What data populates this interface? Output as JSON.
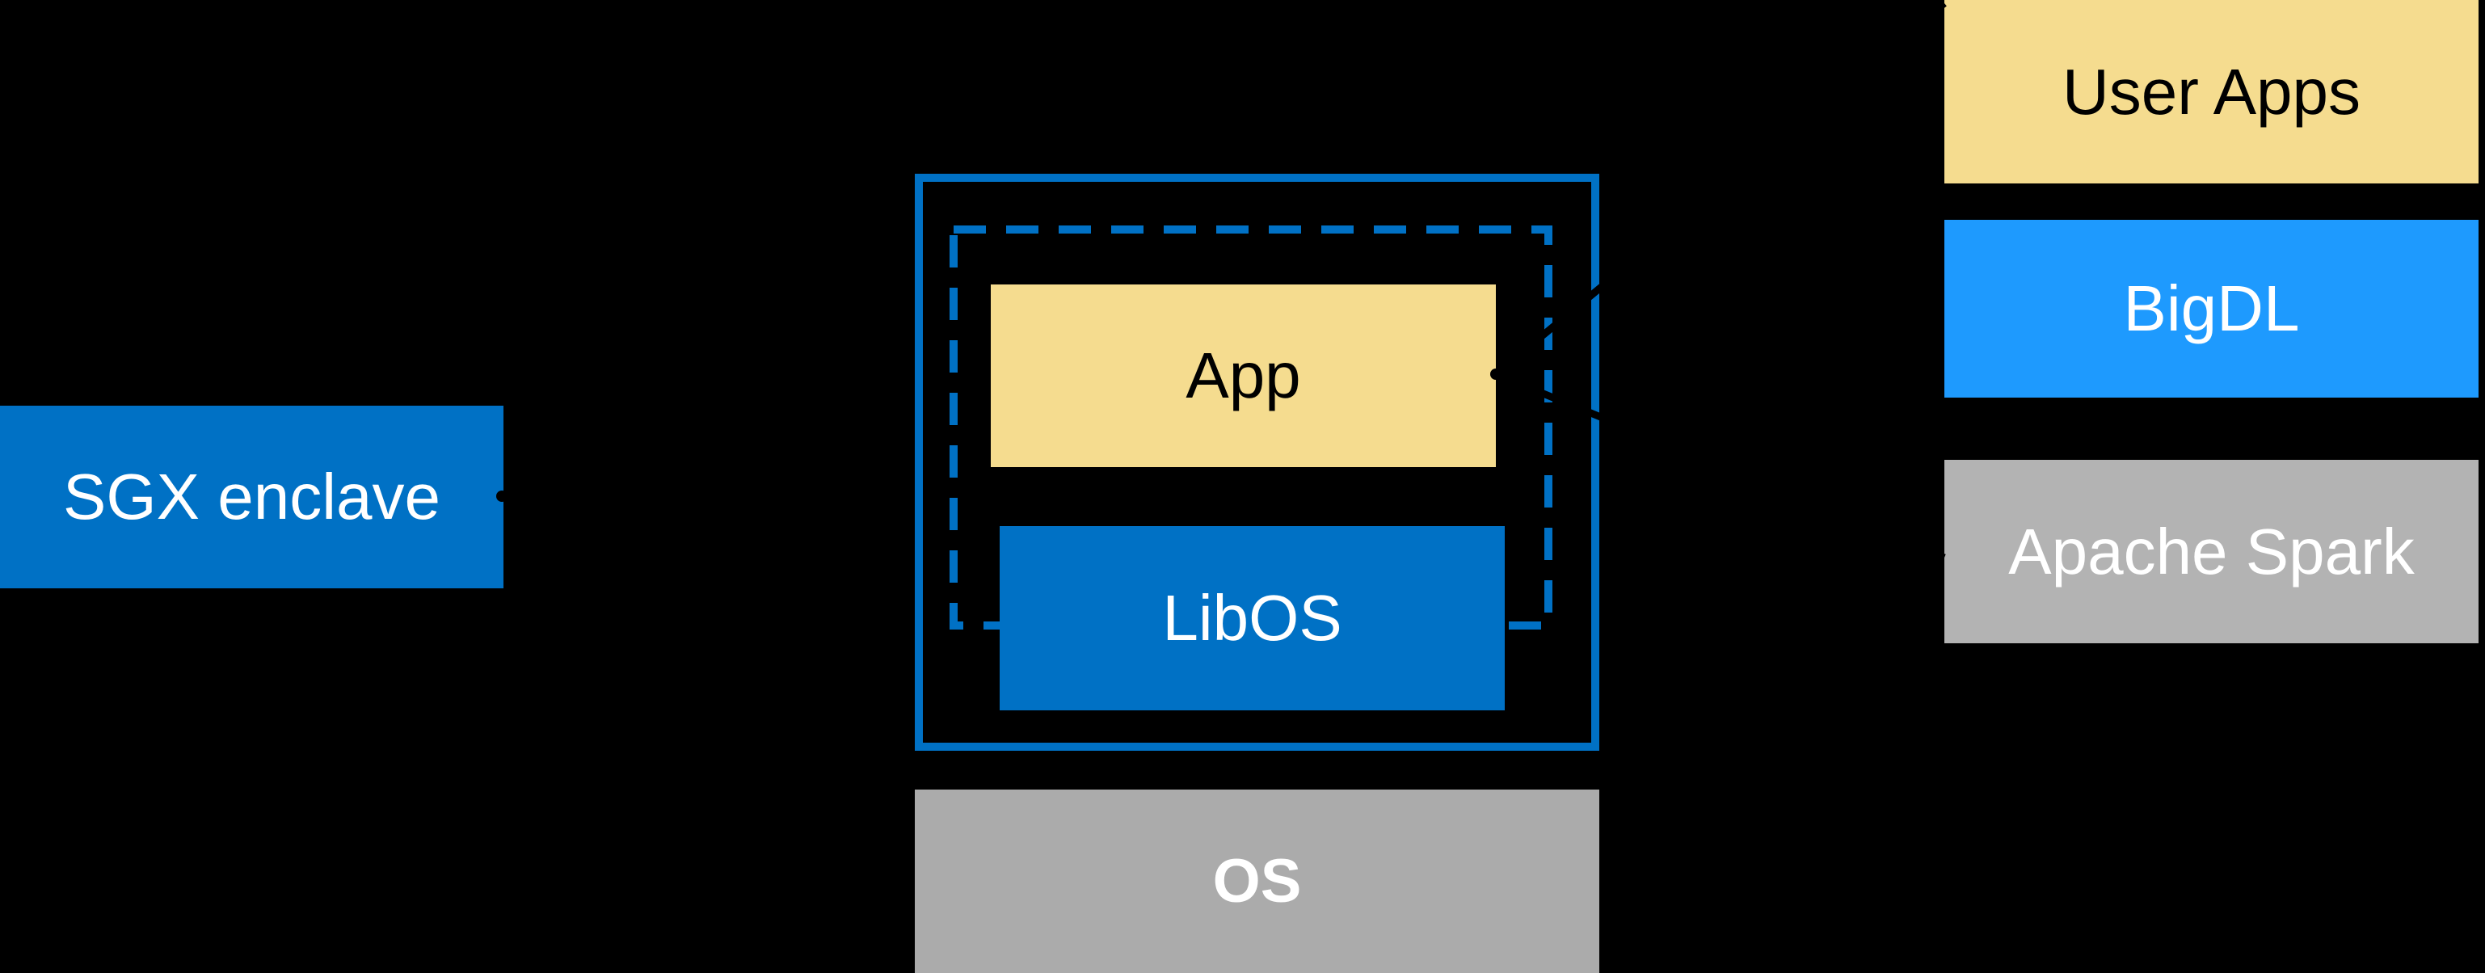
{
  "palette": {
    "background": "#000000",
    "enclave_border_blue": "#0071C5",
    "intel_blue": "#0071C5",
    "bright_blue": "#1E9AFE",
    "app_yellow": "#F5DC8F",
    "os_gray": "#ABABAB",
    "spark_gray": "#B3B3B3",
    "connector_black": "#000000",
    "text_light": "#FFFFFF",
    "text_dark": "#000000"
  },
  "nodes": {
    "sgx_label": {
      "label": "SGX enclave",
      "fill": "#0071C5",
      "text_color": "#FFFFFF"
    },
    "app": {
      "label": "App",
      "fill": "#F5DC8F",
      "text_color": "#000000"
    },
    "libos": {
      "label": "LibOS",
      "fill": "#0071C5",
      "text_color": "#FFFFFF"
    },
    "os": {
      "label": "OS",
      "fill": "#ABABAB",
      "text_color": "#FFFFFF"
    },
    "user_apps": {
      "label": "User Apps",
      "fill": "#F5DC8F",
      "text_color": "#000000"
    },
    "bigdl": {
      "label": "BigDL",
      "fill": "#1E9AFE",
      "text_color": "#FFFFFF"
    },
    "apache_spark": {
      "label": "Apache Spark",
      "fill": "#B3B3B3",
      "text_color": "#FFFFFF"
    }
  },
  "boundaries": {
    "enclave_outer": {
      "style": "solid",
      "color": "#0071C5"
    },
    "enclave_inner": {
      "style": "dashed",
      "color": "#0071C5"
    }
  },
  "connectors": {
    "sgx_callout": {
      "from": "sgx_label",
      "to": "enclave_inner",
      "endpoint": "dot",
      "color": "#000000"
    },
    "stack_to_app_upper": {
      "from": "user_apps_top_left",
      "to": "app",
      "endpoint": "dot",
      "color": "#000000"
    },
    "stack_to_app_lower": {
      "from": "apache_spark_left_edge",
      "to": "app",
      "endpoint": "dot",
      "color": "#000000"
    }
  }
}
